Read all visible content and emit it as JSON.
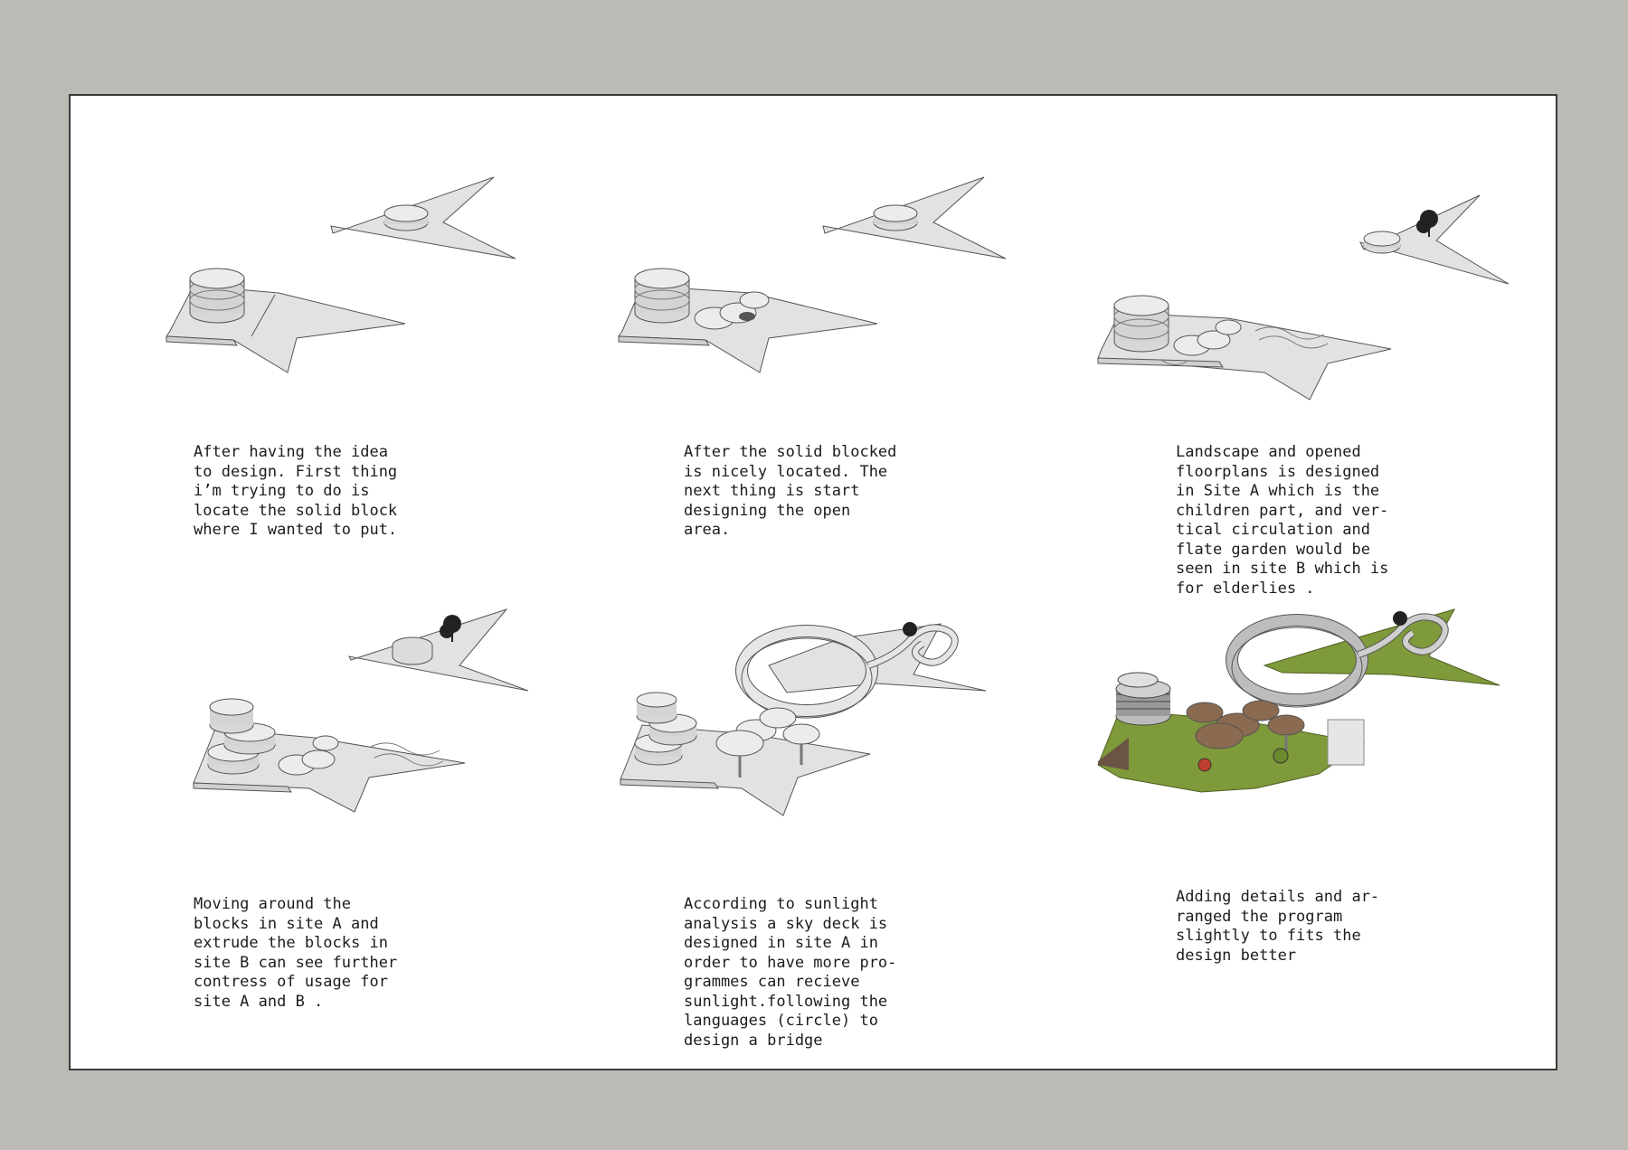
{
  "steps": [
    {
      "caption": "After having the idea\nto design. First thing\ni’m trying to do is\nlocate the solid block\nwhere I wanted to put."
    },
    {
      "caption": "After the solid blocked\nis nicely located. The\nnext thing is start\ndesigning the open\narea."
    },
    {
      "caption": "Landscape and opened\nfloorplans is designed\nin Site A which is the\nchildren part, and ver-\ntical circulation and\nflate garden would be\nseen in site B which is\nfor elderlies ."
    },
    {
      "caption": "Moving around the\nblocks in site A and\nextrude the blocks in\nsite B can see further\ncontress of usage for\nsite A and B ."
    },
    {
      "caption": "According to sunlight\nanalysis a sky deck is\ndesigned in site A in\norder to have more pro-\ngrammes can recieve\nsunlight.following the\nlanguages (circle) to\ndesign a bridge"
    },
    {
      "caption": "Adding details and ar-\nranged the program\nslightly to fits the\ndesign better"
    }
  ],
  "colors": {
    "background": "#bbbab4",
    "board": "#ffffff",
    "site_fill": "#e2e2e2",
    "block_fill": "#d9d9d9",
    "grass": "#7f9a3a",
    "deck_brown": "#8a6a50"
  }
}
